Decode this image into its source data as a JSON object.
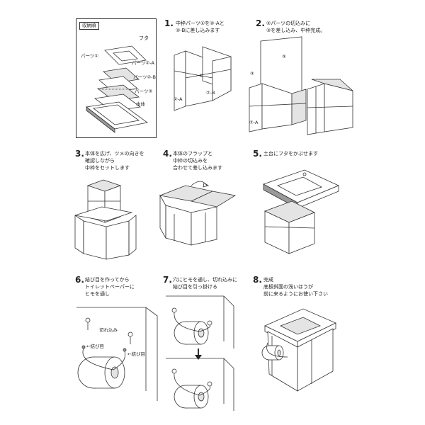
{
  "storage": {
    "title": "収納順",
    "labels": [
      "フタ",
      "パーツ①",
      "パーツ②-A",
      "パーツ②-B",
      "パーツ③",
      "本体"
    ]
  },
  "steps": [
    {
      "num": "1.",
      "lines": [
        "中枠パーツ①を②-Aと",
        "②-Bに差し込みます"
      ],
      "labels": [
        "①",
        "②-A",
        "②-B"
      ]
    },
    {
      "num": "2.",
      "lines": [
        "②パーツの切込みに",
        "③を差し込み、中枠完成。"
      ],
      "labels": [
        "③",
        "③",
        "②-A"
      ]
    },
    {
      "num": "3.",
      "lines": [
        "本体を広げ、ツメの向きを",
        "確認しながら",
        "中枠をセットします"
      ]
    },
    {
      "num": "4.",
      "lines": [
        "本体のフラップと",
        "中枠の切込みを",
        "合わせて差し込みます"
      ]
    },
    {
      "num": "5.",
      "lines": [
        "土台にフタをかぶせます"
      ]
    },
    {
      "num": "6.",
      "lines": [
        "結び目を作ってから",
        "トイレットペーパーに",
        "ヒモを通し"
      ],
      "labels": [
        "切れ込み",
        "←結び目",
        "←結び目"
      ]
    },
    {
      "num": "7.",
      "lines": [
        "穴にヒモを通し、切れ込みに",
        "結び目を引っ掛ける"
      ]
    },
    {
      "num": "8.",
      "lines": [
        "完成",
        "底板斜面の浅いほうが",
        "前に来るようにお使い下さい"
      ]
    }
  ]
}
